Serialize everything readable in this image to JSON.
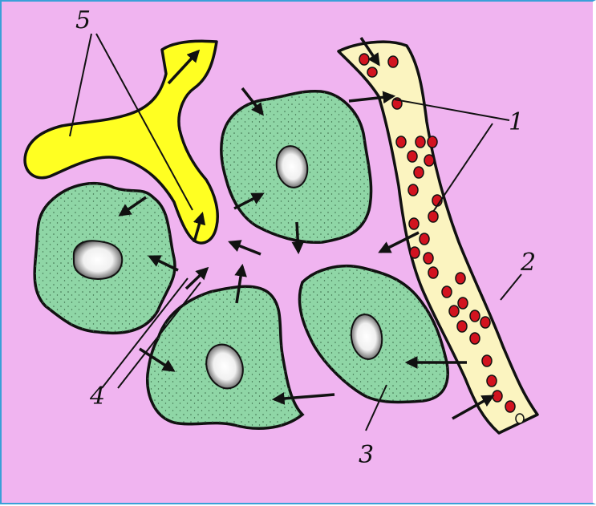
{
  "labels": {
    "l1": "1",
    "l2": "2",
    "l3": "3",
    "l4": "4",
    "l5": "5"
  },
  "colors": {
    "background": "#f0b4f0",
    "cell": "#8fd6a6",
    "capillary": "#fbf4c0",
    "lymph_vessel": "#ffff22",
    "red_blood_cell": "#d2131f",
    "outline": "#111111"
  },
  "icons": [
    "arrow-icon",
    "nucleus-icon",
    "red-blood-cell-icon"
  ]
}
